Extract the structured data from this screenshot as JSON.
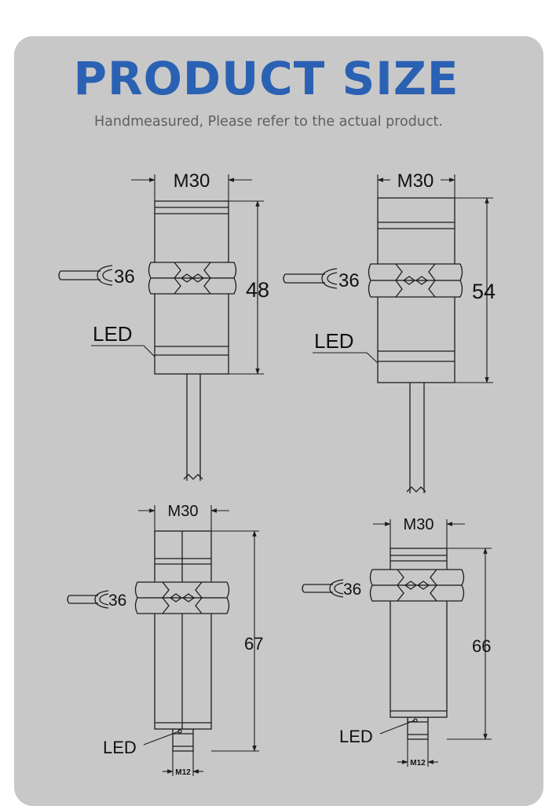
{
  "header": {
    "title": "PRODUCT SIZE",
    "subtitle": "Handmeasured, Please refer to the actual product."
  },
  "sensors": [
    {
      "thread": "M30",
      "nut": "36",
      "length": "48",
      "led": "LED"
    },
    {
      "thread": "M30",
      "nut": "36",
      "length": "54",
      "led": "LED"
    },
    {
      "thread": "M30",
      "nut": "36",
      "length": "67",
      "led": "LED",
      "connector": "M12"
    },
    {
      "thread": "M30",
      "nut": "36",
      "length": "66",
      "led": "LED",
      "connector": "M12"
    }
  ],
  "colors": {
    "title": "#2a61b3",
    "card": "#c8c8c8",
    "line": "#1c1c1c"
  }
}
